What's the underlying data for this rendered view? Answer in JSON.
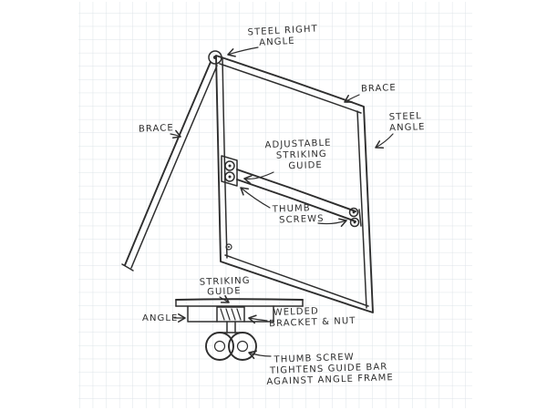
{
  "colors": {
    "ink": "#2e2e2e",
    "paper": "#ffffff",
    "grid": "#dde3e8"
  },
  "labels": {
    "steel_right_angle": [
      "STEEL RIGHT",
      "ANGLE"
    ],
    "brace_right": [
      "BRACE"
    ],
    "steel_angle": [
      "STEEL",
      "ANGLE"
    ],
    "brace_left": [
      "BRACE"
    ],
    "adjustable_striking_guide": [
      "ADJUSTABLE",
      "STRIKING",
      "GUIDE"
    ],
    "thumb_screws": [
      "THUMB",
      "SCREWS"
    ],
    "striking_guide_detail": [
      "STRIKING",
      "GUIDE"
    ],
    "angle_detail": [
      "ANGLE"
    ],
    "welded_bracket_nut": [
      "WELDED",
      "BRACKET & NUT"
    ],
    "thumb_screw_note": [
      "THUMB SCREW",
      "TIGHTENS GUIDE BAR",
      "AGAINST ANGLE FRAME"
    ]
  }
}
